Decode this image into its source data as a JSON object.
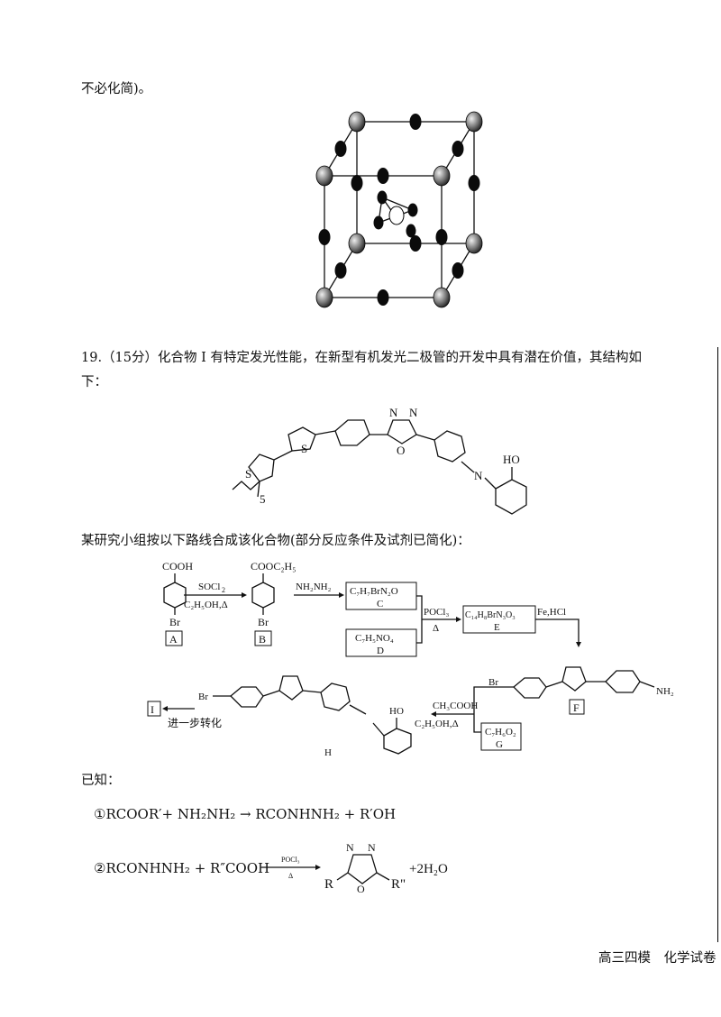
{
  "intro_tail": "不必化简)。",
  "q19": {
    "line1": "19.（15分）化合物 I 有特定发光性能，在新型有机发光二极管的开发中具有潜在价值，其结构如",
    "line2": "下："
  },
  "structure_I_labels": {
    "S1": "S",
    "S2": "S",
    "N1": "N",
    "N2": "N",
    "O": "O",
    "N_imine": "N",
    "HO": "HO",
    "chain_sub": "5"
  },
  "route_intro": "某研究小组按以下路线合成该化合物(部分反应条件及试剂已简化)：",
  "route": {
    "A_top": "COOH",
    "A_br": "Br",
    "A_label": "A",
    "arrow1_top": "SOCl",
    "arrow1_top_sub": "2",
    "arrow1_bottom": "C₂H₅OH,Δ",
    "B_top": "COOC₂H₅",
    "B_br": "Br",
    "B_label": "B",
    "arrow2_top": "NH₂NH₂",
    "C_formula": "C₇H₇BrN₂O",
    "C_label": "C",
    "D_formula": "C₇H₅NO₄",
    "D_label": "D",
    "arrow3_top": "POCl₃",
    "arrow3_bottom": "Δ",
    "E_formula": "C₁₄H₈BrN₃O₃",
    "E_label": "E",
    "arrow4_top": "Fe,HCl",
    "F_br": "Br",
    "F_nh2": "NH₂",
    "F_label": "F",
    "G_formula": "C₇H₆O₂",
    "G_label": "G",
    "arrow5_top": "CH₃COOH",
    "arrow5_bottom": "C₂H₅OH,Δ",
    "H_br": "Br",
    "H_ho": "HO",
    "H_label": "H",
    "I_label": "I",
    "arrow6_bottom": "进一步转化"
  },
  "known": {
    "title": "已知：",
    "eq1": "①RCOOR′+ NH₂NH₂ → RCONHNH₂ + R′OH",
    "eq2_left": "②RCONHNH₂ + R″COOH",
    "eq2_arrow_top": "POCl₃",
    "eq2_arrow_bottom": "Δ",
    "eq2_R": "R",
    "eq2_R2": "R\"",
    "eq2_O": "O",
    "eq2_N": "N",
    "eq2_water": "+2H₂O"
  },
  "footer": "高三四模　化学试卷"
}
